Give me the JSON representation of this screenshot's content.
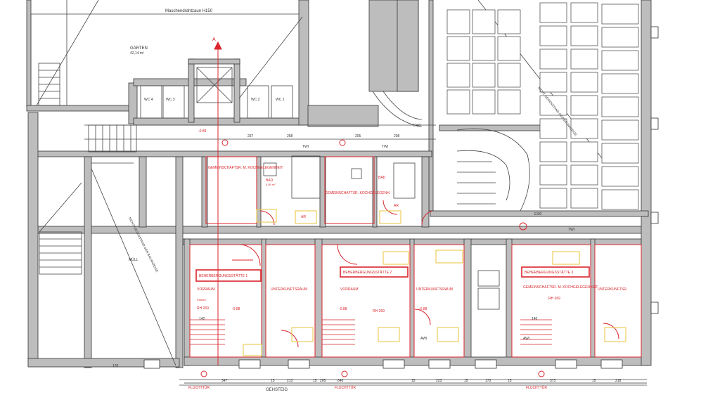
{
  "colors": {
    "wall": "#bdbdbd",
    "wall_edge": "#333333",
    "line": "#444444",
    "red": "#d9262c",
    "yellow": "#e8c33a"
  },
  "labels": {
    "fence": "Maschendrahtzaun H150",
    "garden_name": "GARTEN",
    "garden_area": "42,14 m²",
    "wc4": "WC 4",
    "wc3": "WC 3",
    "wc2": "WC 2",
    "wc1": "WC 1",
    "section_marker": "A",
    "gemeinschaft_top": "GEMEINSCHAFTSR. M. KOCHGELEGENHEIT",
    "bad_left": "BAD",
    "bad_left_area": "4,05 m²",
    "ar_left": "AR",
    "gemeinschaft_mid": "GEMEINSCHAFTSR. KOCHGELEGENH.",
    "bad_right": "BAD",
    "ar_right": "AR",
    "beherbergung1": "BEHERBERGUNGSSTÄTTE 1",
    "vorraum1": "VORRAUM",
    "vorraum1_area": "Parkett",
    "rh1": "RH 269",
    "unterkunft1": "UNTERKUNFTSRAUM",
    "beherbergung2": "BEHERBERGUNGSSTÄTTE 2",
    "vorraum2": "VORRAUM",
    "rh2": "RH 269",
    "unterkunft2": "UNTERKUNFTSRAUM",
    "beherbergung3": "BEHERBERGUNGSSTÄTTE 3",
    "gemeinschaft_right": "GEMEINSCHAFTSR. M. KOCHGELEGENHEIT",
    "rh3": "RH 269",
    "unterkunft3": "UNTERKUNFTSR.",
    "muell": "MÜLL",
    "gehsteig": "GEHSTEIG",
    "fluchttuer1": "FLUCHTTÜR",
    "fluchttuer2": "FLUCHTTÜR",
    "fluchttuer3": "FLUCHTTÜR",
    "grenze1": "NICHT GEGENSTAND DER BAUANZEIGE",
    "grenze2": "NICHT GEGENSTAND DER BAUANZEIGE",
    "level1": "-0.89",
    "level2": "-0.88",
    "level3": "-0.88",
    "level4": "-0.88",
    "twi1": "TWI",
    "twi2": "TWI",
    "twi3": "TWI",
    "awi1": "AWI",
    "awi2": "AWI",
    "ei30": "EI30",
    "ei30_2": "EI30",
    "dims": [
      "347",
      "15",
      "213",
      "15",
      "265",
      "640",
      "15",
      "223",
      "15",
      "173",
      "15",
      "373",
      "15",
      "218",
      "237",
      "258",
      "205",
      "208",
      "120",
      "142",
      "140"
    ]
  }
}
